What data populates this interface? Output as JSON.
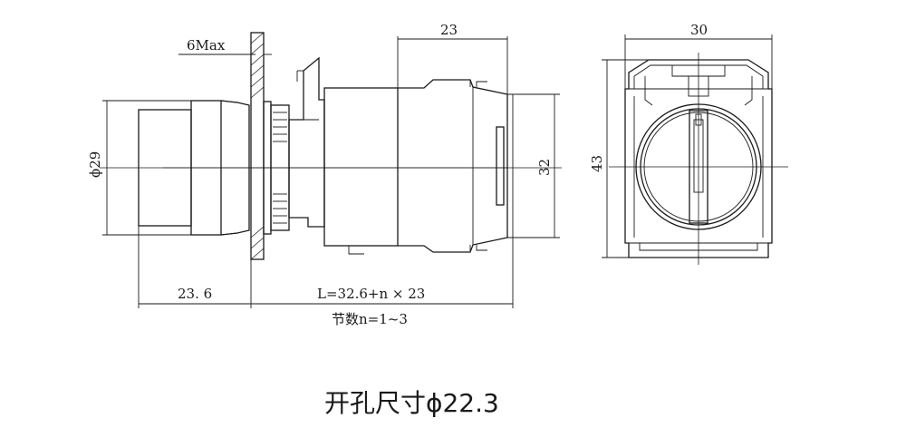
{
  "labels": {
    "six_max": "6Max",
    "dim_23_top": "23",
    "dim_30": "30",
    "dim_phi29": "ϕ29",
    "dim_32": "32",
    "dim_43": "43",
    "dim_23_6": "23. 6",
    "length_formula": "L=32.6+n × 23",
    "sections": "节数n=1~3"
  },
  "caption": "开孔尺寸ϕ22.3"
}
